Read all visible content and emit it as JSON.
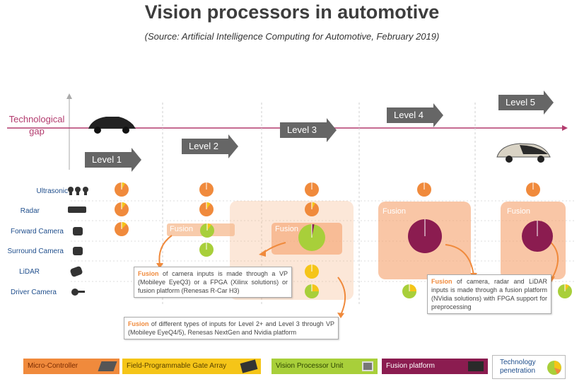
{
  "title": "Vision processors in automotive",
  "subtitle": "(Source: Artificial Intelligence Computing for Automotive, February 2019)",
  "technological_gap": "Technological gap",
  "levels": [
    "Level 1",
    "Level 2",
    "Level 3",
    "Level 4",
    "Level 5"
  ],
  "rows": [
    "Ultrasonic",
    "Radar",
    "Forward Camera",
    "Surround Camera",
    "LiDAR",
    "Driver Camera"
  ],
  "fusion_label": "Fusion",
  "callouts": {
    "a": {
      "kw": "Fusion",
      "text": " of camera inputs is made through a VP (Mobileye EyeQ3) or a FPGA (Xilinx solutions) or fusion platform (Renesas R-Car H3)"
    },
    "b": {
      "kw": "Fusion",
      "text": " of different types of inputs for Level 2+ and Level 3 through VP (Mobileye EyeQ4/5), Renesas NextGen and Nvidia platform"
    },
    "c": {
      "kw": "Fusion",
      "text": " of camera, radar and LiDAR inputs is made through a fusion platform (NVidia solutions) with FPGA support for preprocessing"
    }
  },
  "legend": {
    "mcu": "Micro-Controller",
    "fpga": "Field-Programmable Gate Array",
    "vpu": "Vision Processor Unit",
    "fusion": "Fusion platform",
    "penetration": "Technology penetration"
  },
  "colors": {
    "mcu": "#f08a3c",
    "fpga": "#f5c518",
    "vpu": "#a8cf3a",
    "fusion": "#8b1c50",
    "gap_axis": "#b23a6d",
    "arrow": "#666666",
    "label_blue": "#1f4e8c"
  }
}
